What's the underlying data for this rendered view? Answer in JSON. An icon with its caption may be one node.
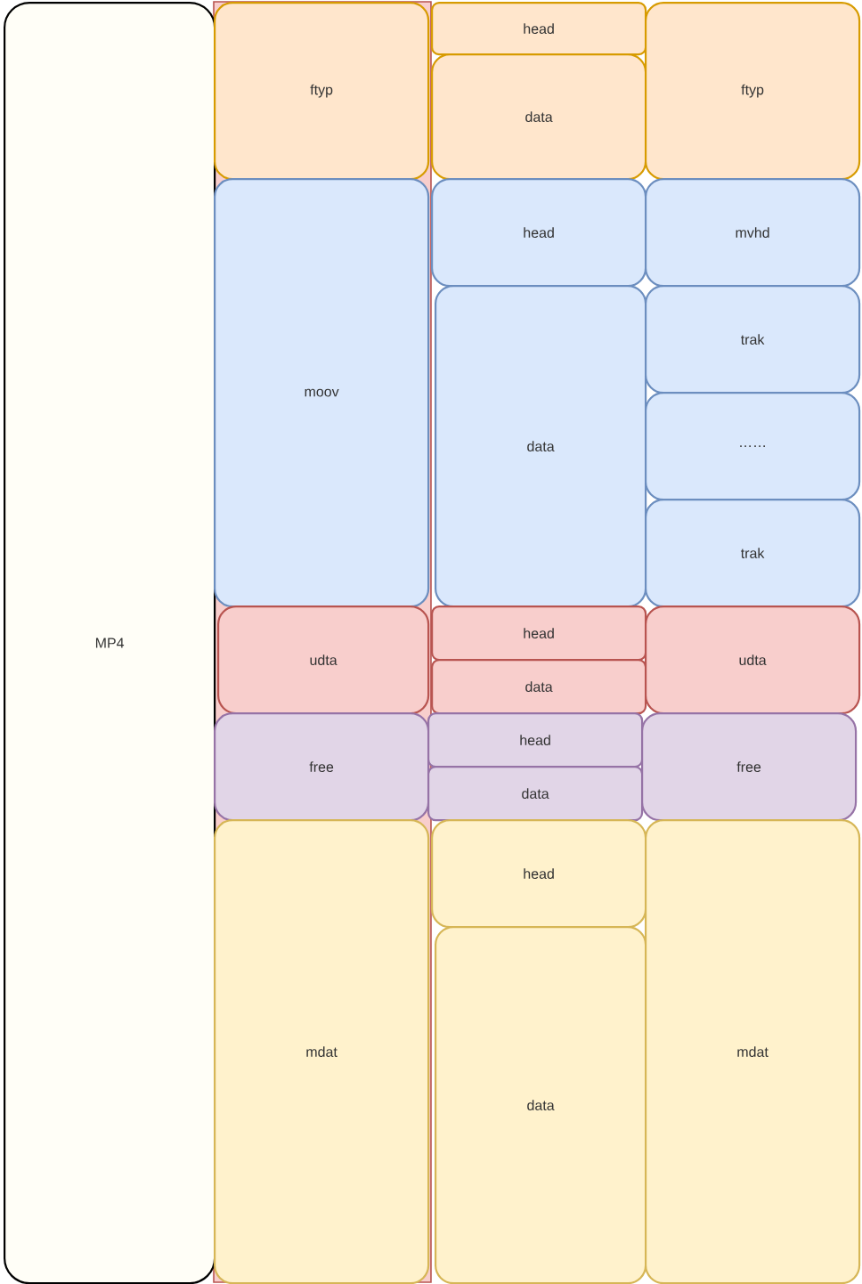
{
  "diagram": {
    "nodes": [
      {
        "text": [
          "MP4"
        ]
      },
      {
        "text": [
          "ftyp"
        ]
      },
      {
        "text": [
          "head"
        ]
      },
      {
        "text": [
          "data"
        ]
      },
      {
        "text": [
          "ftyp"
        ]
      },
      {
        "text": [
          "moov"
        ]
      },
      {
        "text": [
          "head"
        ]
      },
      {
        "text": [
          "data"
        ]
      },
      {
        "text": [
          "mvhd"
        ]
      },
      {
        "text": [
          "trak"
        ]
      },
      {
        "text": [
          "……"
        ]
      },
      {
        "text": [
          "trak"
        ]
      },
      {
        "text": [
          "udta"
        ]
      },
      {
        "text": [
          "head"
        ]
      },
      {
        "text": [
          "data"
        ]
      },
      {
        "text": [
          "udta"
        ]
      },
      {
        "text": [
          "free"
        ]
      },
      {
        "text": [
          "head"
        ]
      },
      {
        "text": [
          "data"
        ]
      },
      {
        "text": [
          "free"
        ]
      },
      {
        "text": [
          "mdat"
        ]
      },
      {
        "text": [
          "head"
        ]
      },
      {
        "text": [
          "data"
        ]
      },
      {
        "text": [
          "mdat"
        ]
      }
    ]
  }
}
